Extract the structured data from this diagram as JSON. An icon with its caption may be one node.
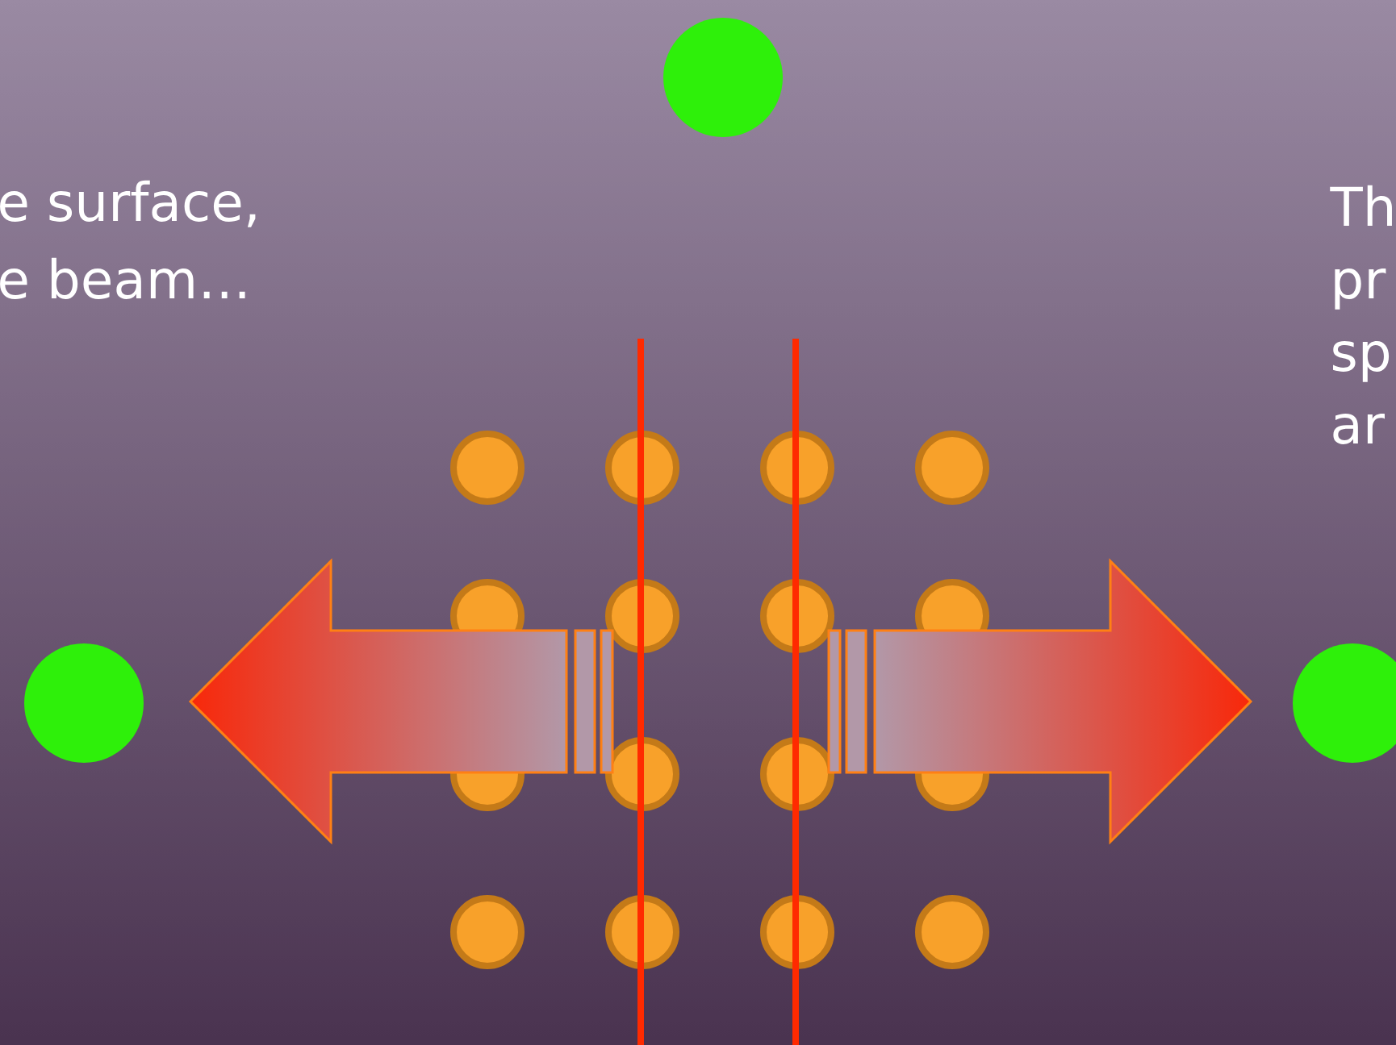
{
  "diagram": {
    "labels": [
      "e surface,",
      "e beam…",
      "Th",
      "pr",
      "sp",
      "ar"
    ]
  }
}
